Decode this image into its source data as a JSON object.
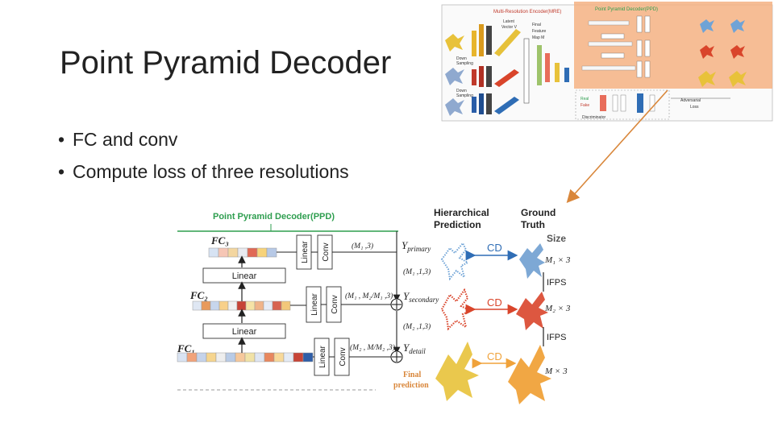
{
  "slide": {
    "title": "Point Pyramid Decoder",
    "bullets": [
      "FC and conv",
      "Compute loss of three resolutions"
    ]
  },
  "main_figure": {
    "header": "Point Pyramid Decoder(PPD)",
    "fc_labels": [
      "FC₃",
      "FC₂",
      "FC₁"
    ],
    "block_labels": {
      "linear": "Linear",
      "conv": "Conv"
    },
    "shape_labels": [
      "(M₁ ,3)",
      "(M₁ , M₂/M₁ ,3)",
      "(M₂ , M/M₂ ,3)"
    ],
    "reshape_labels": [
      "(M₁ ,1,3)",
      "(M₂ ,1,3)"
    ],
    "outputs": [
      "Y_primary",
      "Y_secondary",
      "Y_detail"
    ],
    "final_label": [
      "Final",
      "prediction"
    ],
    "col_headers": {
      "prediction": [
        "Hierarchical",
        "Prediction"
      ],
      "truth": [
        "Ground",
        "Truth"
      ]
    },
    "cd_label": "CD",
    "size_label": "Size",
    "sizes": [
      "M₁ × 3",
      "M₂ × 3",
      "M × 3"
    ],
    "ifps_label": "IFPS"
  },
  "thumbnail": {
    "mrl_label": "Multi-Resolution Encoder(MRE)",
    "ppd_label": "Point Pyramid Decoder(PPD)",
    "latent_label": [
      "Latent",
      "Vector V"
    ],
    "final_feature_label": [
      "Final",
      "Feature",
      "Map M"
    ],
    "down_sampling": [
      "Down",
      "Sampling"
    ],
    "adversarial_label": [
      "Adversarial",
      "Loss"
    ],
    "real_label": "Real",
    "fake_label": "Fake",
    "discriminator_label": "Discriminator"
  },
  "colors": {
    "header_green": "#2e9e4f",
    "cd_blue": "#2f6db5",
    "cd_red": "#d9452b",
    "cd_orange": "#f0a23a",
    "arrow_orange": "#d9873b",
    "thumb_ppd_bg": "#f4b183"
  }
}
